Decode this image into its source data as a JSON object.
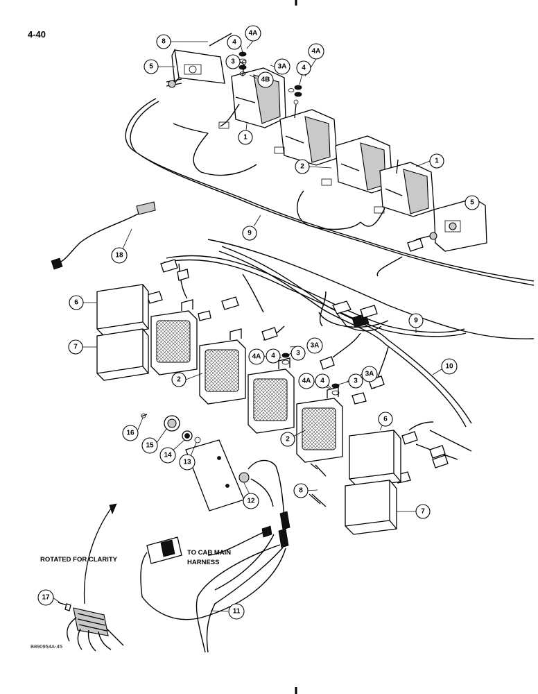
{
  "page": {
    "page_number": "4-40",
    "figure_code": "B890954A-45",
    "notes": {
      "rotated": "ROTATED FOR CLARITY",
      "to_cab_line1": "TO CAB MAIN",
      "to_cab_line2": "HARNESS"
    }
  },
  "callouts": [
    "8",
    "5",
    "4A",
    "4",
    "3",
    "3A",
    "4B",
    "4A",
    "4",
    "1",
    "2",
    "1",
    "5",
    "9",
    "18",
    "6",
    "7",
    "9",
    "10",
    "2",
    "4A",
    "4",
    "3",
    "3A",
    "4A",
    "4",
    "3",
    "3A",
    "2",
    "16",
    "15",
    "14",
    "13",
    "6",
    "12",
    "8",
    "7",
    "11",
    "17"
  ]
}
